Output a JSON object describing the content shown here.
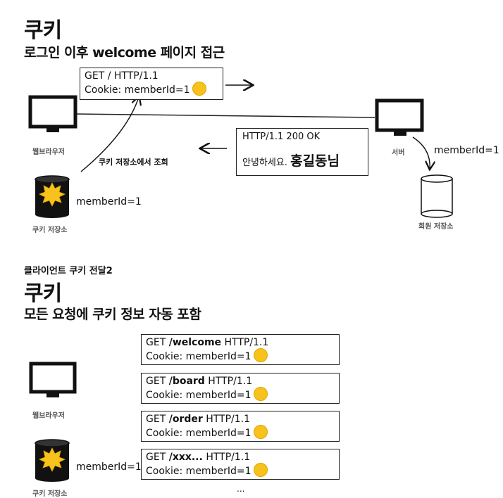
{
  "top": {
    "title": "쿠키",
    "subtitle": "로그인 이후 welcome 페이지 접근",
    "request": {
      "line1": "GET / HTTP/1.1",
      "line2": "Cookie: memberId=1"
    },
    "response": {
      "line1": "HTTP/1.1 200 OK",
      "greeting": "안녕하세요.",
      "name": "홍길동님"
    },
    "browser_label": "웹브라우저",
    "server_label": "서버",
    "store_label": "쿠키 저장소",
    "db_label": "회원 저장소",
    "lookup_label": "쿠키 저장소에서 조회",
    "store_value": "memberId=1",
    "server_value": "memberId=1"
  },
  "section_caption": "클라이언트 쿠키 전달2",
  "bottom": {
    "title": "쿠키",
    "subtitle": "모든 요청에 쿠키 정보 자동 포함",
    "browser_label": "웹브라우저",
    "store_label": "쿠키 저장소",
    "store_value": "memberId=1",
    "requests": [
      {
        "method": "GET",
        "path": "/welcome",
        "proto": "HTTP/1.1",
        "cookie": "Cookie: memberId=1"
      },
      {
        "method": "GET",
        "path": "/board",
        "proto": "HTTP/1.1",
        "cookie": "Cookie: memberId=1"
      },
      {
        "method": "GET",
        "path": "/order",
        "proto": "HTTP/1.1",
        "cookie": "Cookie: memberId=1"
      },
      {
        "method": "GET",
        "path": "/xxx...",
        "proto": "HTTP/1.1",
        "cookie": "Cookie: memberId=1"
      }
    ],
    "more": "..."
  }
}
